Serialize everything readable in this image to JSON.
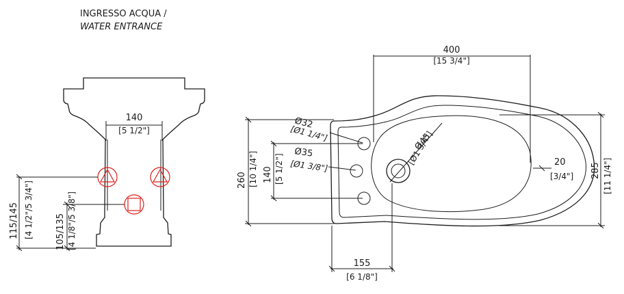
{
  "legend": {
    "line1": "INGRESSO ACQUA /",
    "line2": "WATER ENTRANCE",
    "inlet_color": "#e0201c"
  },
  "front_view": {
    "width_mm": "140",
    "width_in": "[5 1/2\"]",
    "height_top_mm": "115/145",
    "height_top_in": "[4 1/2\"/5 3/4\"]",
    "height_bottom_mm": "105/135",
    "height_bottom_in": "[4 1/8\"/5 3/8\"]",
    "inlets": [
      "triangle-inlet-icon",
      "triangle-inlet-icon",
      "square-inlet-icon"
    ]
  },
  "plan_view": {
    "length_mm": "400",
    "length_in": "[15 3/4\"]",
    "rim_mm": "20",
    "rim_in": "[3/4\"]",
    "width_mm": "285",
    "width_in": "[11 1/4\"]",
    "depth_mm": "260",
    "depth_in": "[10 1/4\"]",
    "hole_spacing_mm": "140",
    "hole_spacing_in": "[5 1/2\"]",
    "hole1_mm": "Ø32",
    "hole1_in": "[Ø1 1/4\"]",
    "hole2_mm": "Ø35",
    "hole2_in": "[Ø1 3/8\"]",
    "drain_mm": "Ø45",
    "drain_in": "[Ø1 3/4\"]",
    "drain_offset_mm": "155",
    "drain_offset_in": "[6 1/8\"]"
  }
}
